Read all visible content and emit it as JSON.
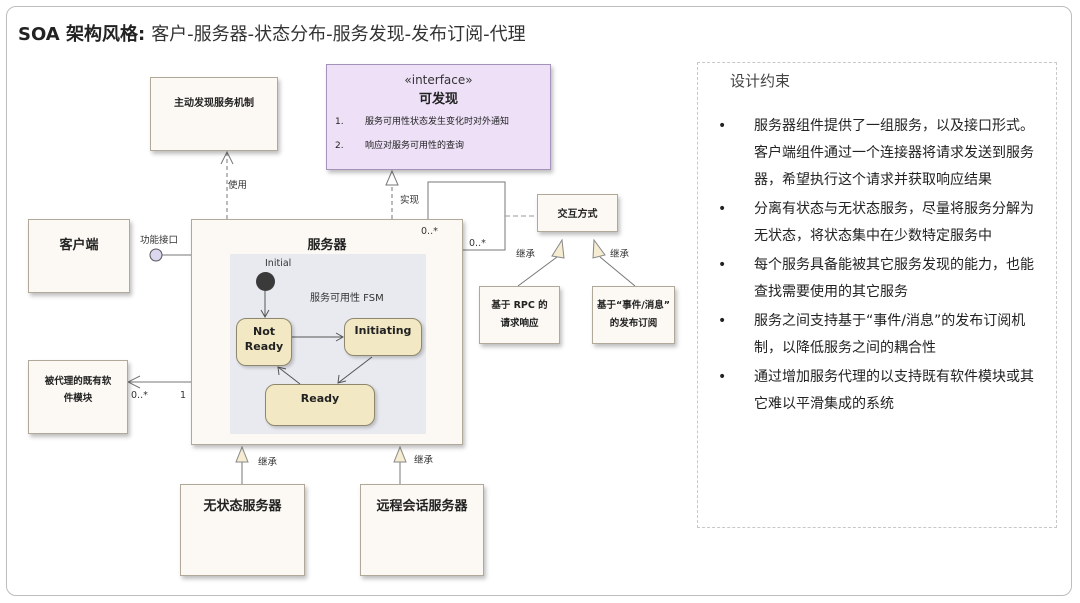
{
  "title": {
    "bold": "SOA 架构风格:",
    "rest": "客户-服务器-状态分布-服务发现-发布订阅-代理"
  },
  "boxes": {
    "discovery": "主动发现服务机制",
    "interface_stereotype": "«interface»",
    "interface_name": "可发现",
    "interface_items": [
      {
        "num": "1.",
        "text": "服务可用性状态发生变化时对外通知"
      },
      {
        "num": "2.",
        "text": "响应对服务可用性的查询"
      }
    ],
    "client": "客户端",
    "server": "服务器",
    "proxy_line1": "被代理的既有软",
    "proxy_line2": "件模块",
    "interaction": "交互方式",
    "rpc_line1": "基于 RPC 的",
    "rpc_line2": "请求响应",
    "event_line1": "基于“事件/消息”",
    "event_line2": "的发布订阅",
    "stateless": "无状态服务器",
    "remote": "远程会话服务器"
  },
  "fsm": {
    "title": "服务可用性 FSM",
    "initial": "Initial",
    "not_ready_1": "Not",
    "not_ready_2": "Ready",
    "initiating": "Initiating",
    "ready": "Ready"
  },
  "labels": {
    "use": "使用",
    "realize": "实现",
    "func_interface": "功能接口",
    "mult_many_a": "0..*",
    "mult_many_b": "0..*",
    "mult_many_c": "0..*",
    "mult_one": "1",
    "inherit": "继承"
  },
  "side": {
    "title": "设计约束",
    "bullet": "•",
    "items": [
      "服务器组件提供了一组服务，以及接口形式。客户端组件通过一个连接器将请求发送到服务器，希望执行这个请求并获取响应结果",
      "分离有状态与无状态服务，尽量将服务分解为无状态，将状态集中在少数特定服务中",
      "每个服务具备能被其它服务发现的能力，也能查找需要使用的其它服务",
      "服务之间支持基于“事件/消息”的发布订阅机制，以降低服务之间的耦合性",
      "通过增加服务代理的以支持既有软件模块或其它难以平滑集成的系统"
    ]
  },
  "colors": {
    "interface_bg": "#ede0f7",
    "box_bg": "#fcf9f4",
    "state_bg": "#f2e8c4",
    "fsm_bg": "#e8eaf0"
  }
}
